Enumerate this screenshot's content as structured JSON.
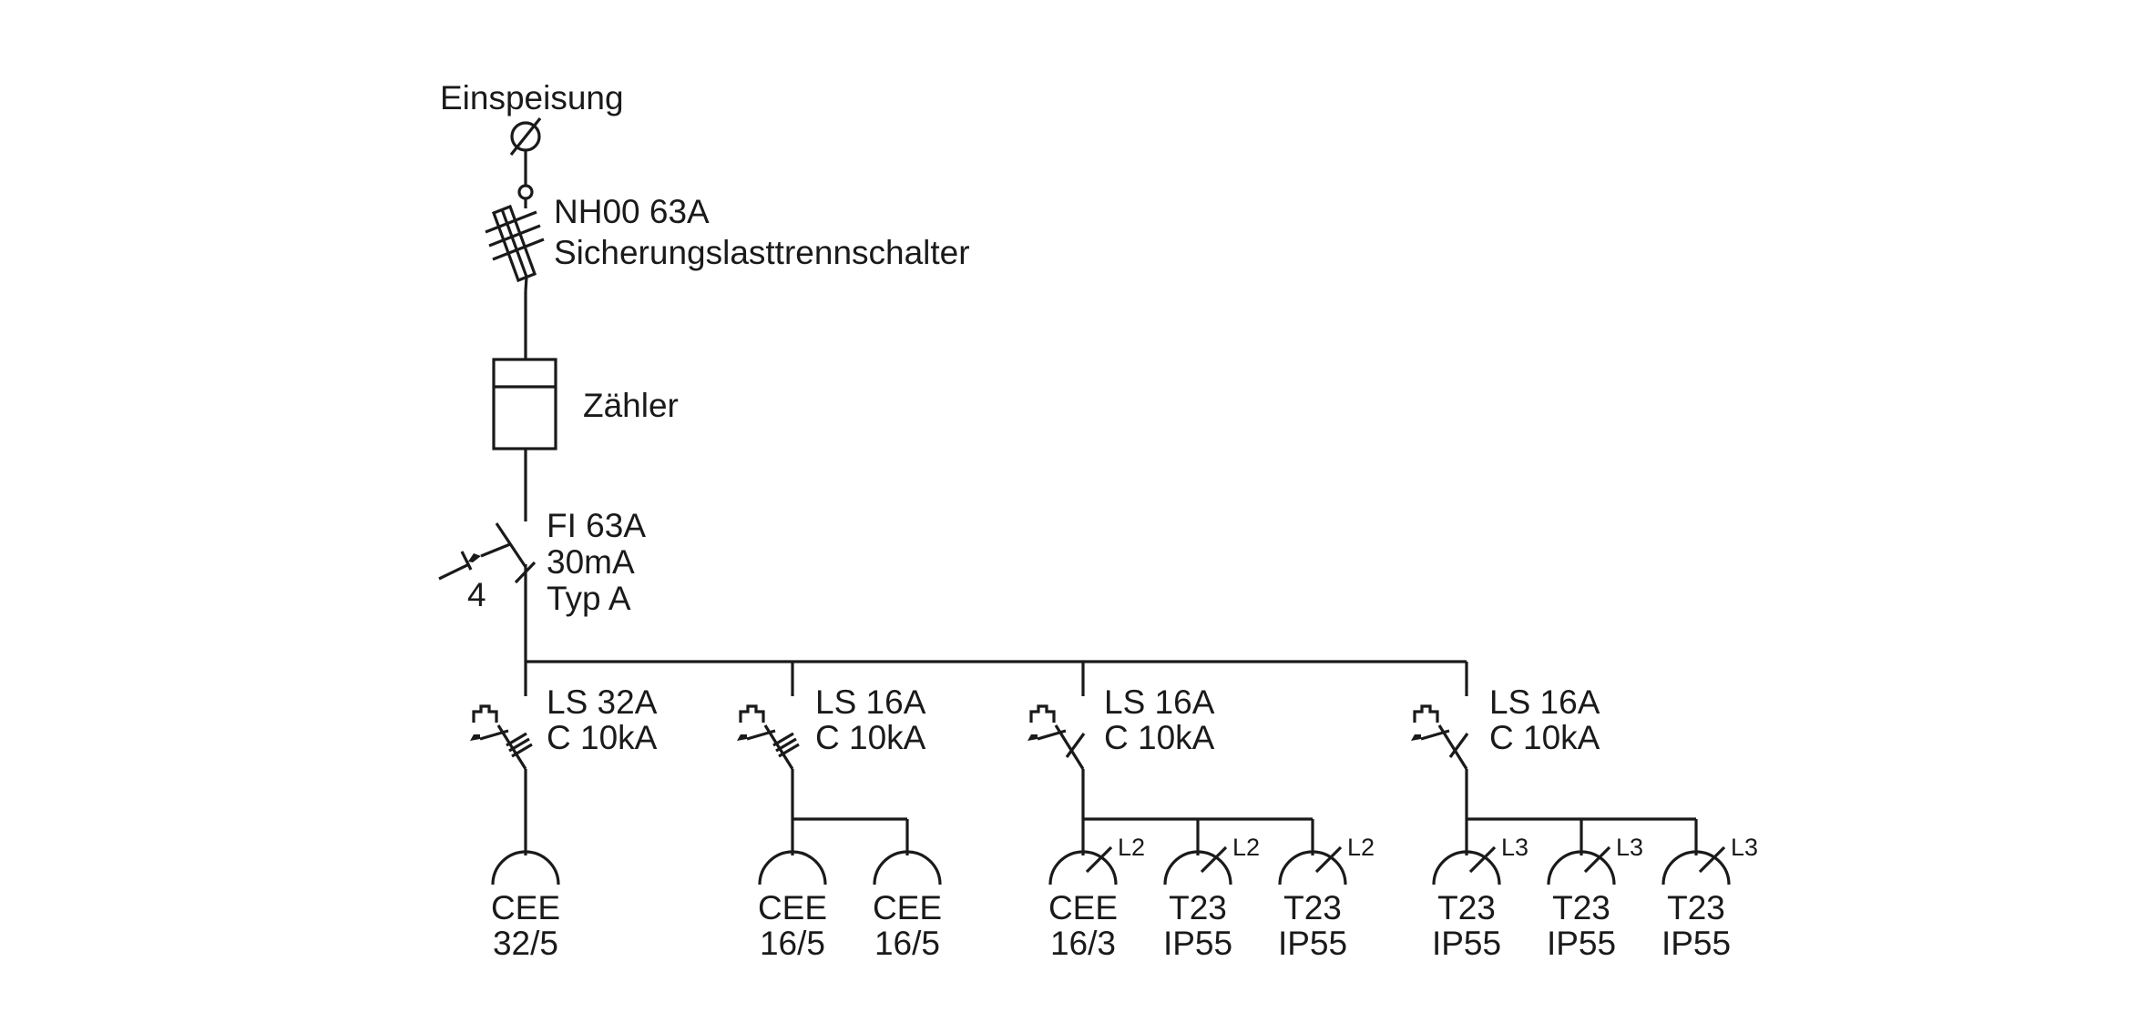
{
  "feed": {
    "label": "Einspeisung"
  },
  "fuse": {
    "line1": "NH00 63A",
    "line2": "Sicherungslasttrennschalter"
  },
  "meter": {
    "label": "Zähler"
  },
  "rcd": {
    "line1": "FI 63A",
    "line2": "30mA",
    "line3": "Typ A",
    "poles": "4"
  },
  "breakers": [
    {
      "line1": "LS 32A",
      "line2": "C 10kA"
    },
    {
      "line1": "LS 16A",
      "line2": "C 10kA"
    },
    {
      "line1": "LS 16A",
      "line2": "C 10kA"
    },
    {
      "line1": "LS 16A",
      "line2": "C 10kA"
    }
  ],
  "outlets": [
    {
      "line1": "CEE",
      "line2": "32/5",
      "phase": ""
    },
    {
      "line1": "CEE",
      "line2": "16/5",
      "phase": ""
    },
    {
      "line1": "CEE",
      "line2": "16/5",
      "phase": ""
    },
    {
      "line1": "CEE",
      "line2": "16/3",
      "phase": "L2"
    },
    {
      "line1": "T23",
      "line2": "IP55",
      "phase": "L2"
    },
    {
      "line1": "T23",
      "line2": "IP55",
      "phase": "L2"
    },
    {
      "line1": "T23",
      "line2": "IP55",
      "phase": "L3"
    },
    {
      "line1": "T23",
      "line2": "IP55",
      "phase": "L3"
    },
    {
      "line1": "T23",
      "line2": "IP55",
      "phase": "L3"
    }
  ]
}
